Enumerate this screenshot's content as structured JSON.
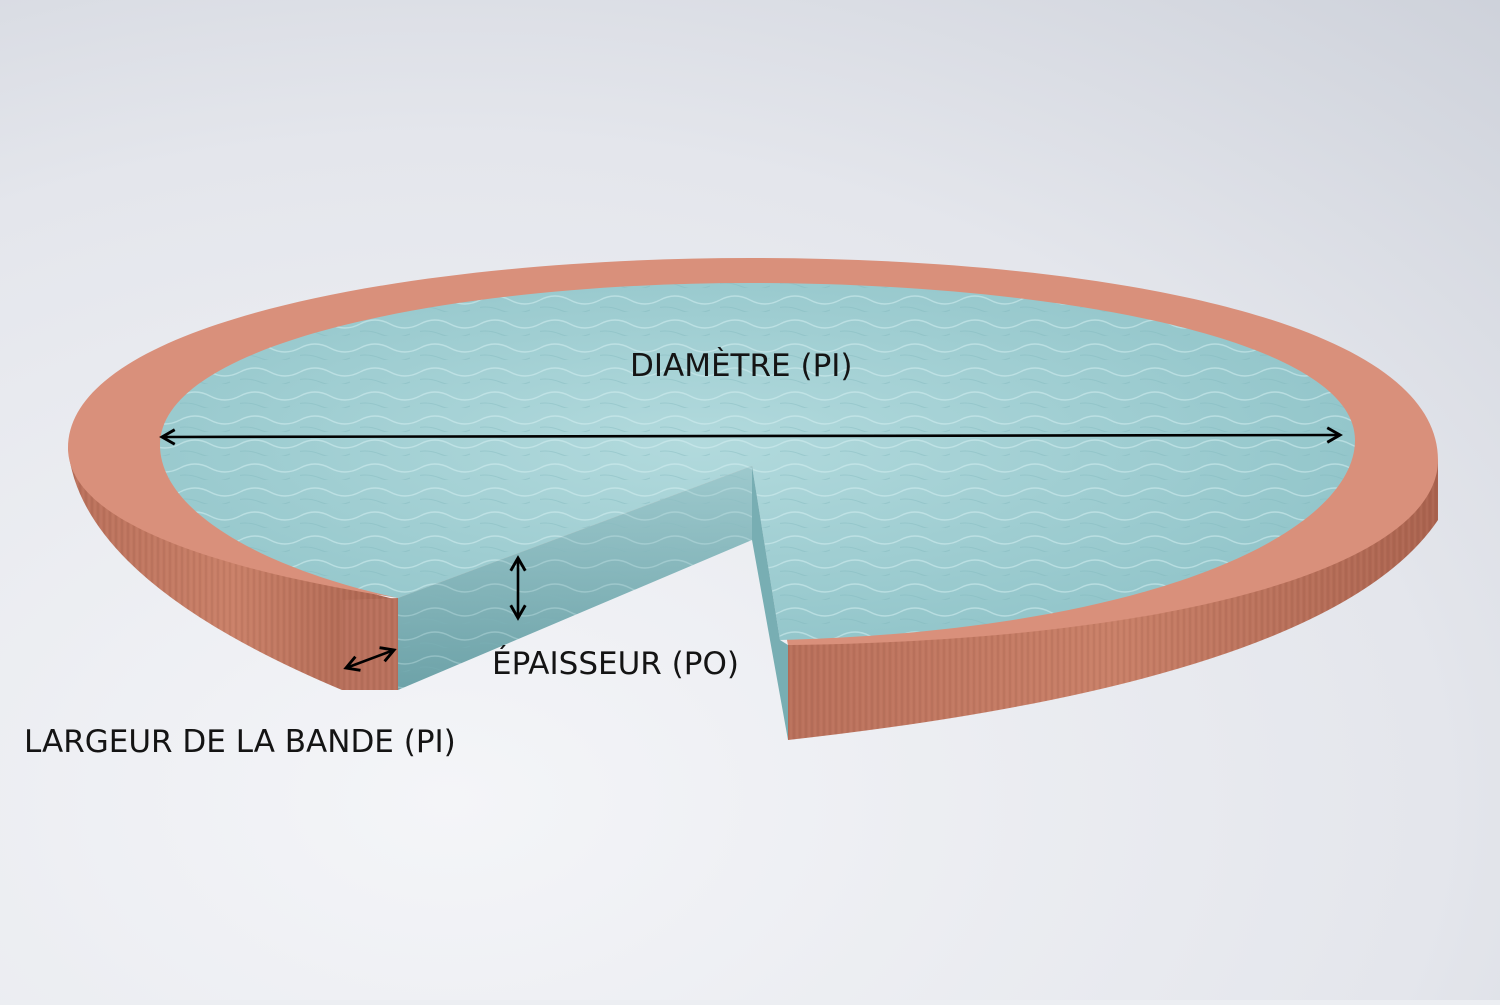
{
  "colors": {
    "background_light": "#f3f4f7",
    "background_dark": "#cfd3dc",
    "rim_top": "#d9907b",
    "rim_side": "#c07660",
    "water_light": "#a9d4d8",
    "water_dark": "#6fa8ae",
    "arrow": "#000000",
    "label_text": "#141414"
  },
  "labels": {
    "diameter": "DIAMÈTRE (PI)",
    "thickness": "ÉPAISSEUR (PO)",
    "band_width": "LARGEUR DE LA BANDE (PI)"
  },
  "icons": {
    "diameter_arrow": "double-headed-arrow",
    "thickness_arrow": "double-headed-arrow",
    "band_width_arrow": "double-headed-arrow"
  }
}
